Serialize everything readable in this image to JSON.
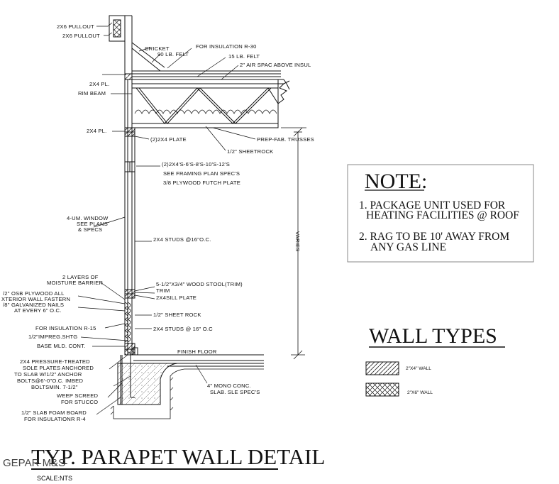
{
  "callouts": {
    "pullout_top": "2X6 PULLOUT",
    "pullout_bottom": "2X6 PULLOUT",
    "cricket": "CRICKET",
    "insulation_r30": "FOR INSULATION R-30",
    "felt_90": "90 LB. FELT",
    "felt_15": "15 LB. FELT",
    "air_space": "2\" AIR SPAC ABOVE INSUL",
    "plate_2x4_top": "2X4 PL.",
    "rim_beam": "RIM BEAM",
    "plate_2x4_mid": "2X4 PL.",
    "double_plate": "(2)2X4 PLATE",
    "trusses": "PREP-FAB. TRUSSES",
    "sheetrock_half": "1/2\" SHEETROCK",
    "framing_line1": "(2)2X4'S-6'S-8'S-10'S-12'S",
    "framing_line2": "SEE FRAMING PLAN SPEC'S",
    "framing_line3": "3/8 PLYWOOD FUTCH PLATE",
    "window_line1": "4-UM. WINDOW",
    "window_line2": "SEE PLANS",
    "window_line3": "& SPECS",
    "studs_upper": "2X4 STUDS @16\"O.C.",
    "varies": "VARIES",
    "moisture_line1": "2 LAYERS OF",
    "moisture_line2": "MOISTURE BARRIER",
    "osb_line1": "/2\" OSB PLYWOOD ALL",
    "osb_line2": "XTERIOR WALL FASTERN",
    "osb_line3": "/8\" GALVANIZED NAILS",
    "osb_line4": "AT EVERY 6\" O.C.",
    "stool_line1": "5-1/2\"X3/4\" WOOD STOOL(TRIM)",
    "stool_line2": "TRIM",
    "sill_plate": "2X4SILL PLATE",
    "sheet_rock": "1/2\" SHEET ROCK",
    "insulation_r15": "FOR INSULATION R-15",
    "studs_lower": "2X4 STUDS @ 16\" O.C",
    "impreg": "1/2\"IMPREG.SHTG",
    "base_mld": "BASE MLD. CONT.",
    "finish_floor": "FINISH FLOOR",
    "sole_line1": "2X4 PRESSURE-TREATED",
    "sole_line2": "SOLE PLATES ANCHORED",
    "sole_line3": "TO SLAB W/1/2\" ANCHOR",
    "sole_line4": "BOLTS@6'-0\"O.C. IMBED",
    "sole_line5": "BOLTSMIN. 7-1/2\"",
    "weep_line1": "WEEP SCREED",
    "weep_line2": "FOR STUCCO",
    "foam_line1": "1/2\" SLAB FOAM BOARD",
    "foam_line2": "FOR INSULATIONR R-4",
    "slab_line1": "4\" MONO CONC.",
    "slab_line2": "SLAB. SLE SPEC'S"
  },
  "note": {
    "title": "NOTE:",
    "item1_line1": "1. PACKAGE UNIT USED FOR",
    "item1_line2": "HEATING FACILITIES @ ROOF",
    "item2_line1": "2. RAG TO BE 10' AWAY FROM",
    "item2_line2": "ANY GAS LINE"
  },
  "wall_types": {
    "title": "WALL TYPES",
    "type1": "2\"X4\" WALL",
    "type2": "2\"X6\" WALL"
  },
  "title": "TYP. PARAPET WALL DETAIL",
  "scale": "SCALE:NTS",
  "watermark": "GEPAR M&S"
}
